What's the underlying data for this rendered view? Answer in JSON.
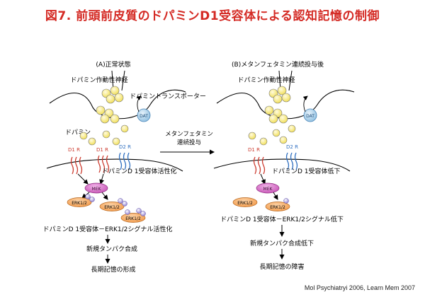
{
  "title": "図7. 前頭前皮質のドパミンD1受容体による認知記憶の制御",
  "citation": "Mol Psychiatryi 2006, Learn Mem 2007",
  "center_arrow": {
    "line1": "メタンフェタミン",
    "line2": "連続投与"
  },
  "panel_a": {
    "heading": "(A)正常状態",
    "neuron_label": "ドパミン作動性神経",
    "transporter_label": "ドパミントランスポーター",
    "dopamine_label": "ドパミン",
    "dat": "DAT",
    "d1r_left": "D1 R",
    "d1r_right": "D1 R",
    "d2r": "D2 R",
    "receptor_status": "ドパミンD 1受容体活性化",
    "mek": "MEK",
    "erk1": "ERK1/2",
    "erk2": "ERK1/2",
    "erk3": "ERK1/2",
    "signal": "ドパミンD 1受容体－ERK1/2シグナル活性化",
    "step1": "新規タンパク合成",
    "step2": "長期記憶の形成"
  },
  "panel_b": {
    "heading": "(B)メタンフェタミン連続投与後",
    "neuron_label": "ドパミン作動性神経",
    "dat": "DAT",
    "d1r": "D1 R",
    "d2r": "D2 R",
    "receptor_status": "ドパミンD 1受容体低下",
    "mek": "MEK",
    "erk1": "ERK1/2",
    "erk2": "ERK1/2",
    "signal": "ドパミンD 1受容体－ERK1/2シグナル低下",
    "step1": "新規タンパク合成低下",
    "step2": "長期記憶の障害"
  },
  "colors": {
    "title": "#d42a24",
    "vesicle": "#f2e05a",
    "dat": "#a9cde6",
    "d1_receptor": "#cc3a2e",
    "d2_receptor": "#2f6fc0",
    "mek": "#c64fb4",
    "erk": "#f29a4a",
    "phospho": "#8a7ad0"
  },
  "icons": [
    "vesicle-icon",
    "dopamine-molecule-icon",
    "transporter-icon",
    "receptor-icon",
    "phosphate-icon",
    "arrow-icon"
  ]
}
